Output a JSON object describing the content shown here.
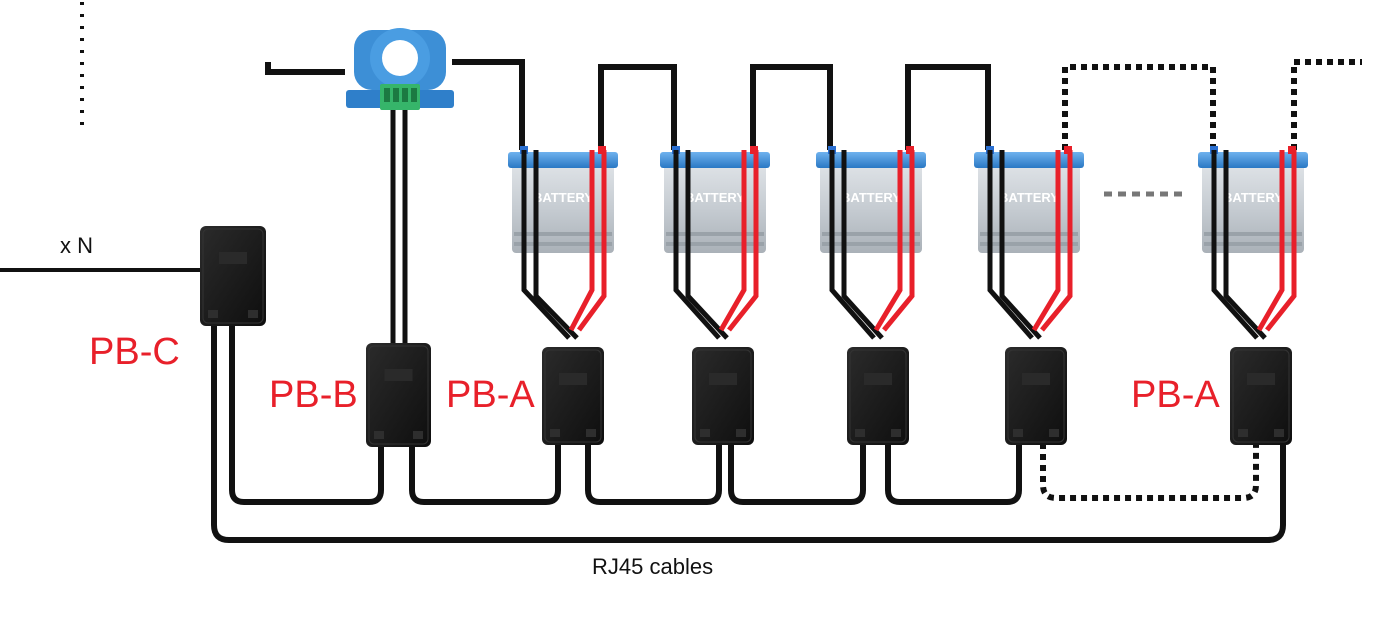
{
  "labels": {
    "pb_c": "PB-C",
    "pb_b": "PB-B",
    "pb_a_left": "PB-A",
    "pb_a_right": "PB-A",
    "x_n": "x N",
    "rj45": "RJ45 cables",
    "battery": "BATTERY"
  },
  "colors": {
    "positive_wire": "#e8202a",
    "negative_wire": "#111111",
    "label_red": "#e8202a",
    "battery_cap": "#3b8ed8",
    "battery_body": "#c9ced3",
    "sensor_case": "#1a1a1a",
    "current_sensor": "#3d8fd6",
    "terminal_block": "#36b56a"
  },
  "icons": {
    "battery": "battery-icon",
    "current_sensor": "current-sensor-icon",
    "sensor_box": "sensor-box-icon"
  }
}
